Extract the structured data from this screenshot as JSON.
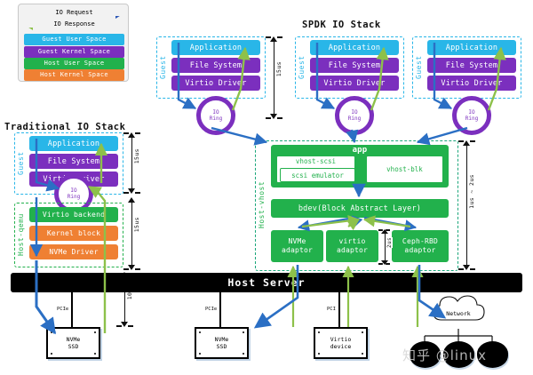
{
  "legend": {
    "request": {
      "label": "IO Request",
      "color": "#2b56b5"
    },
    "response": {
      "label": "IO Response",
      "color": "#8dc14a"
    },
    "rows": [
      {
        "label": "Guest User Space",
        "color": "#29b6e8"
      },
      {
        "label": "Guest Kernel Space",
        "color": "#7b2fbe"
      },
      {
        "label": "Host User Space",
        "color": "#22b14c"
      },
      {
        "label": "Host Kernel Space",
        "color": "#ef8033"
      }
    ]
  },
  "titles": {
    "traditional": "Traditional IO Stack",
    "spdk": "SPDK IO Stack",
    "host_server": "Host Server"
  },
  "traditional": {
    "guest_label": "Guest",
    "guest_blocks": [
      "Application",
      "File System",
      "Virtio Driver"
    ],
    "ioring": {
      "line1": "IO",
      "line2": "Ring"
    },
    "host_label": "Host-qemu",
    "host_blocks": [
      "Virtio backend",
      "Kernel block",
      "NVMe Driver"
    ],
    "latency_guest": "15us",
    "latency_host": "15us",
    "latency_device": "10us"
  },
  "spdk": {
    "guest_label": "Guest",
    "guest_blocks": [
      "Application",
      "File System",
      "Virtio Driver"
    ],
    "ioring": {
      "line1": "IO",
      "line2": "Ring"
    },
    "latency_guest": "15us",
    "host_label": "Host-vhost",
    "app_label": "app",
    "app_children": [
      {
        "label": "vhost-scsi",
        "child": "scsi emulator"
      },
      {
        "label": "vhost-blk"
      }
    ],
    "bdev_label": "bdev(Block Abstract Layer)",
    "adaptors": [
      "NVMe\nadaptor",
      "virtio\nadaptor",
      "Ceph-RBD\nadaptor"
    ],
    "latency_vhost": "1us ~ 2us",
    "latency_adaptor": "2us"
  },
  "devices": [
    {
      "name": "nvme-ssd-left",
      "line1": "NVMe",
      "line2": "SSD",
      "bus": "PCIe"
    },
    {
      "name": "nvme-ssd-mid",
      "line1": "NVMe",
      "line2": "SSD",
      "bus": "PCIe"
    },
    {
      "name": "virtio-device",
      "line1": "Virtio",
      "line2": "device",
      "bus": "PCI"
    },
    {
      "name": "network",
      "line1": "Network",
      "line2": "",
      "bus": ""
    }
  ],
  "watermark": "知乎 @linux"
}
